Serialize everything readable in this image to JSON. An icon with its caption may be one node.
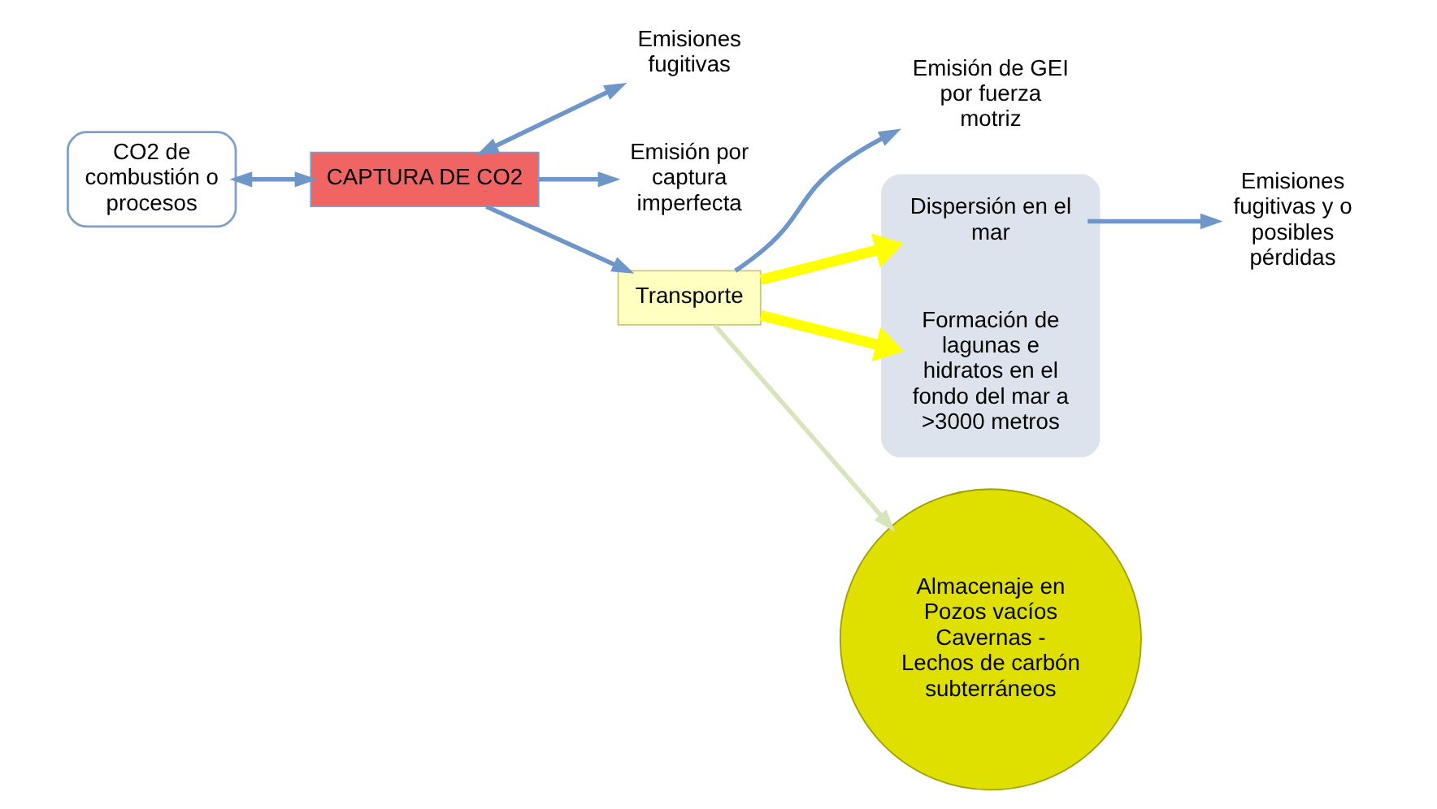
{
  "diagram": {
    "nodes": [
      {
        "text": [
          "CO2 de combustión o procesos"
        ]
      },
      {
        "text": [
          "CAPTURA DE CO2"
        ]
      },
      {
        "text": [
          "Emisiones fugitivas"
        ]
      },
      {
        "text": [
          "Emisión por captura imperfecta"
        ]
      },
      {
        "text": [
          "Transporte"
        ]
      },
      {
        "text": [
          "Emisión de GEI por fuerza motriz"
        ]
      },
      {
        "text": [],
        "shape": "ellipse"
      },
      {
        "text": [
          "Dispersión en el mar"
        ],
        "in": 6
      },
      {
        "text": [
          "Formación de lagunas e hidratos en el fondo del mar a >3000 metros"
        ],
        "in": 6
      },
      {
        "text": [
          "Emisiones fugitivas y o posibles pérdidas"
        ]
      },
      {
        "text": [
          "Almacenaje en Pozos vacíos Cavernas - Lechos de carbón subterráneos"
        ]
      }
    ],
    "edges": [
      {
        "from": 0,
        "to": 1,
        "arrow": "both"
      },
      {
        "from": 1,
        "to": 2,
        "arrow": "both"
      },
      {
        "from": 1,
        "to": 3,
        "arrow": "to"
      },
      {
        "from": 1,
        "to": 4,
        "arrow": "to"
      },
      {
        "from": 4,
        "to": 5,
        "arrow": "to"
      },
      {
        "from": 4,
        "to": 7,
        "arrow": "to",
        "style": "thick",
        "color": "#ffff00"
      },
      {
        "from": 4,
        "to": 8,
        "arrow": "to",
        "style": "thick",
        "color": "#ffff00"
      },
      {
        "from": 7,
        "to": 9,
        "arrow": "to"
      },
      {
        "from": 4,
        "to": 10,
        "arrow": "to",
        "color": "#d8e4bc"
      }
    ]
  }
}
